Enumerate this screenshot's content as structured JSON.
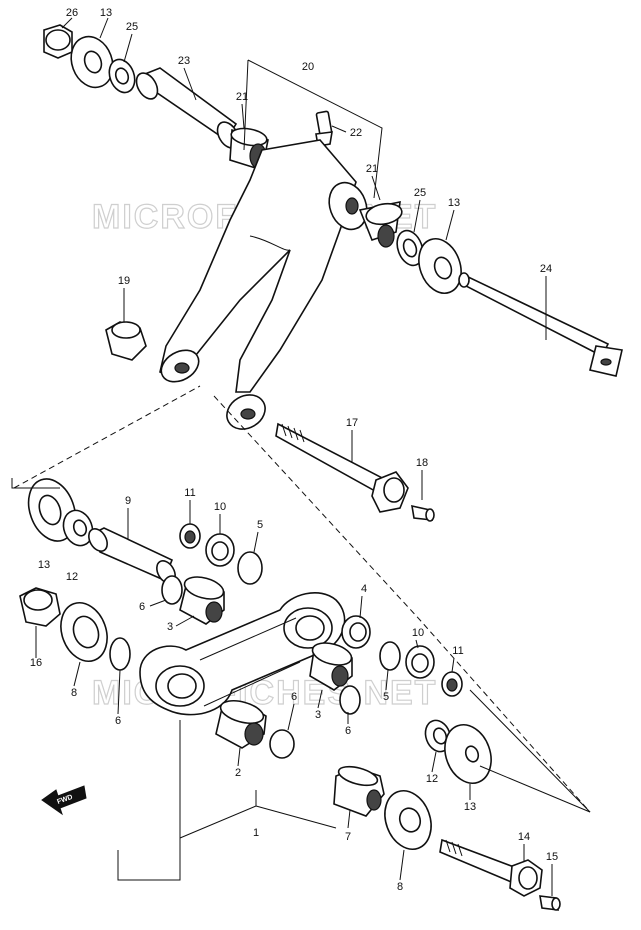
{
  "watermark": {
    "top": "MICROFICHES.NET",
    "bottom": "MICROFICHES.NET"
  },
  "fwd_label": "FWD",
  "callouts": {
    "c26": "26",
    "c13a": "13",
    "c25a": "25",
    "c23": "23",
    "c21a": "21",
    "c20": "20",
    "c22": "22",
    "c21b": "21",
    "c25b": "25",
    "c13b": "13",
    "c24": "24",
    "c19": "19",
    "c17": "17",
    "c18": "18",
    "c13c": "13",
    "c12a": "12",
    "c9": "9",
    "c11a": "11",
    "c10a": "10",
    "c5a": "5",
    "c6a": "6",
    "c3a": "3",
    "c16": "16",
    "c8a": "8",
    "c6b": "6",
    "c4": "4",
    "c10b": "10",
    "c11b": "11",
    "c5b": "5",
    "c6c": "6",
    "c3b": "3",
    "c6d": "6",
    "c2": "2",
    "c12b": "12",
    "c13d": "13",
    "c1": "1",
    "c7": "7",
    "c14": "14",
    "c15": "15",
    "c8b": "8"
  }
}
